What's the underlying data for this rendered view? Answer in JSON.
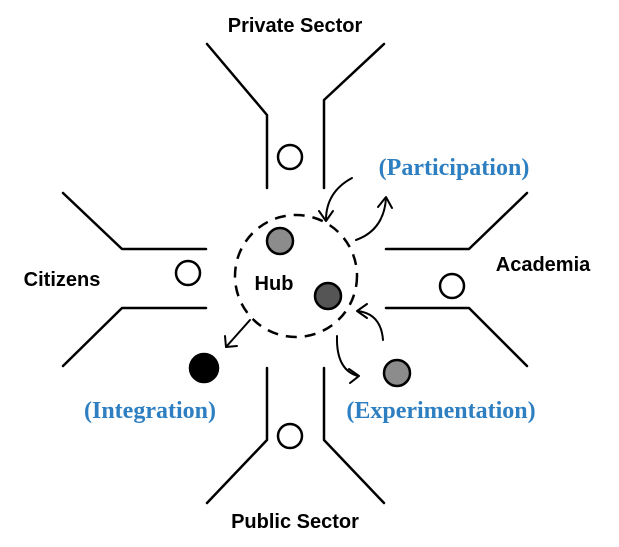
{
  "labels": {
    "private_sector": "Private Sector",
    "public_sector": "Public Sector",
    "citizens": "Citizens",
    "academia": "Academia",
    "hub": "Hub"
  },
  "processes": {
    "participation": "(Participation)",
    "integration": "(Integration)",
    "experimentation": "(Experimentation)"
  },
  "colors": {
    "process_text": "#2e7fc1",
    "line": "#000000",
    "node_white": "#ffffff",
    "node_light_gray": "#8c8c8c",
    "node_dark_gray": "#555555",
    "node_black": "#000000"
  }
}
